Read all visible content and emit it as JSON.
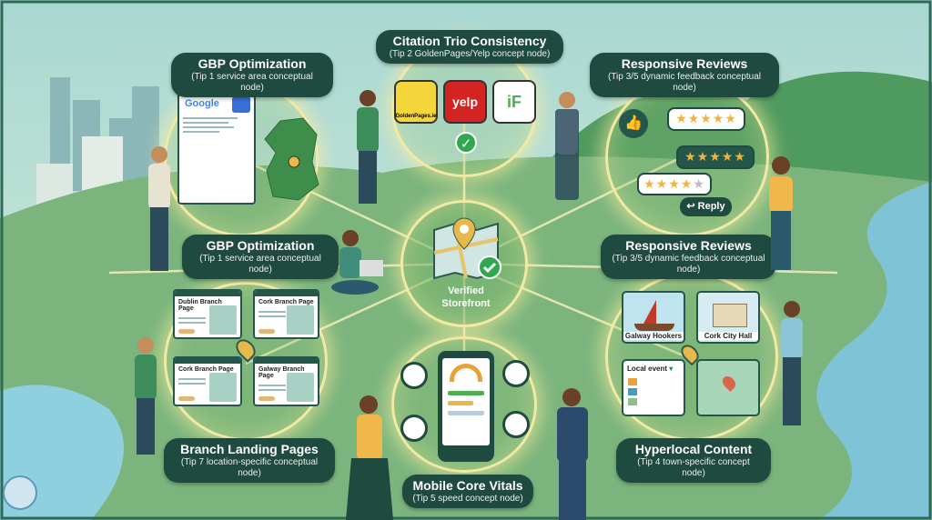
{
  "center": {
    "label_line1": "Verified",
    "label_line2": "Storefront"
  },
  "nodes": {
    "gbp_top": {
      "title": "GBP Optimization",
      "subtitle": "(Tip 1 service area conceptual node)"
    },
    "citation": {
      "title": "Citation Trio Consistency",
      "subtitle": "(Tip 2 GoldenPages/Yelp concept node)"
    },
    "reviews_top": {
      "title": "Responsive Reviews",
      "subtitle": "(Tip 3/5 dynamic feedback conceptual node)"
    },
    "gbp_mid": {
      "title": "GBP Optimization",
      "subtitle": "(Tip 1 service area conceptual node)"
    },
    "reviews_mid": {
      "title": "Responsive Reviews",
      "subtitle": "(Tip 3/5 dynamic feedback conceptual node)"
    },
    "branch": {
      "title": "Branch Landing Pages",
      "subtitle": "(Tip 7 location-specific conceptual node)"
    },
    "hyperlocal": {
      "title": "Hyperlocal Content",
      "subtitle": "(Tip 4 town-specific concept node)"
    },
    "mobile": {
      "title": "Mobile Core Vitals",
      "subtitle": "(Tip 5 speed concept node)"
    }
  },
  "google_card": {
    "brand": "Google"
  },
  "citation_logos": [
    {
      "label": "GoldenPages.ie",
      "color": "#f5d63a"
    },
    {
      "label": "yelp",
      "color": "#d32323"
    },
    {
      "label": "iF",
      "color": "#ffffff"
    }
  ],
  "reviews": {
    "ratings": [
      5,
      5,
      4
    ],
    "reply_label": "Reply"
  },
  "branch_pages": [
    "Dublin Branch Page",
    "Cork Branch Page",
    "Cork Branch Page",
    "Galway Branch Page"
  ],
  "hyperlocal_cards": {
    "galway": "Galway Hookers",
    "cork": "Cork City Hall",
    "event": "Local event"
  },
  "colors": {
    "callout": "#1f4a3f",
    "glow": "#f3e9a6",
    "grass": "#6fae78",
    "sky": "#bfe0d8"
  }
}
